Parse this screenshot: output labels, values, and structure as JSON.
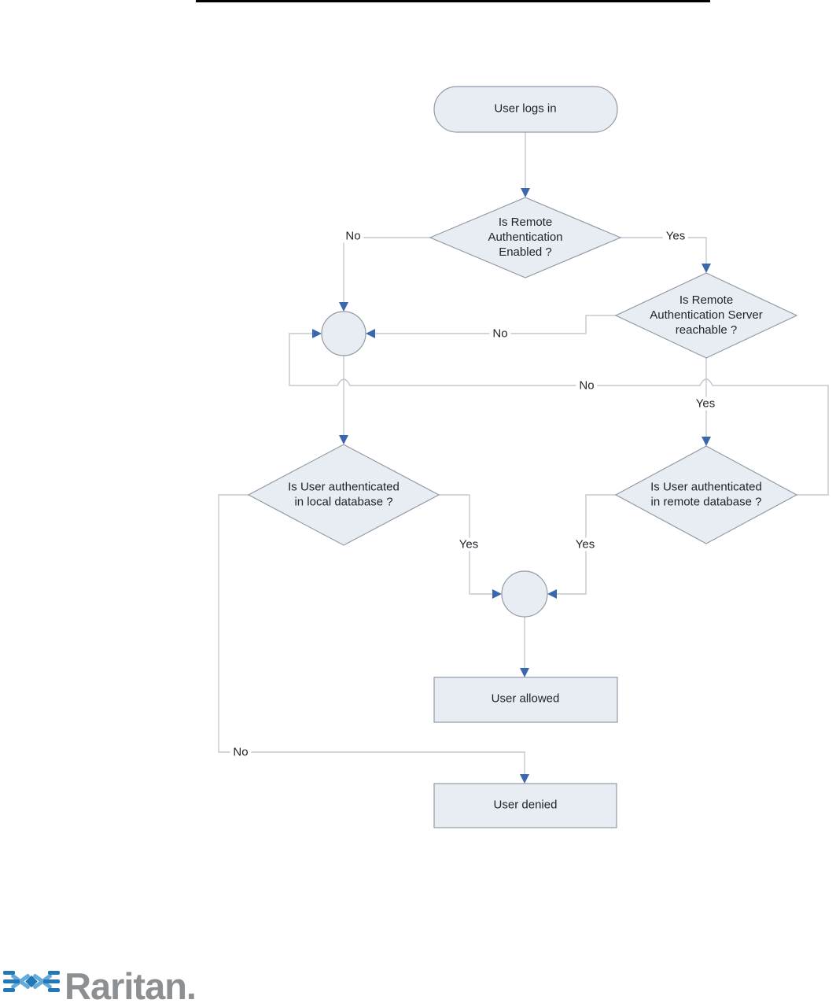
{
  "flowchart": {
    "nodes": {
      "start": {
        "label": "User logs in",
        "type": "stadium"
      },
      "remote_auth_enabled": {
        "label": "Is Remote\nAuthentication\nEnabled ?",
        "type": "decision"
      },
      "remote_server_reachable": {
        "label": "Is Remote\nAuthentication Server\nreachable ?",
        "type": "decision"
      },
      "local_db_auth": {
        "label": "Is User authenticated\nin local database ?",
        "type": "decision"
      },
      "remote_db_auth": {
        "label": "Is User authenticated\nin remote database ?",
        "type": "decision"
      },
      "user_allowed": {
        "label": "User allowed",
        "type": "terminal"
      },
      "user_denied": {
        "label": "User denied",
        "type": "terminal"
      }
    },
    "edge_labels": {
      "no_auth_disabled": "No",
      "yes_auth_enabled": "Yes",
      "no_server_unreachable": "No",
      "yes_server_reachable": "Yes",
      "no_remote_db": "No",
      "yes_local_db": "Yes",
      "yes_remote_db": "Yes",
      "no_local_db": "No"
    },
    "colors": {
      "node_fill": "#e8edf4",
      "node_border": "#939aa5",
      "connector": "#c3c8cf",
      "arrow": "#3b67ae"
    }
  },
  "logo": {
    "text": "Raritan."
  }
}
